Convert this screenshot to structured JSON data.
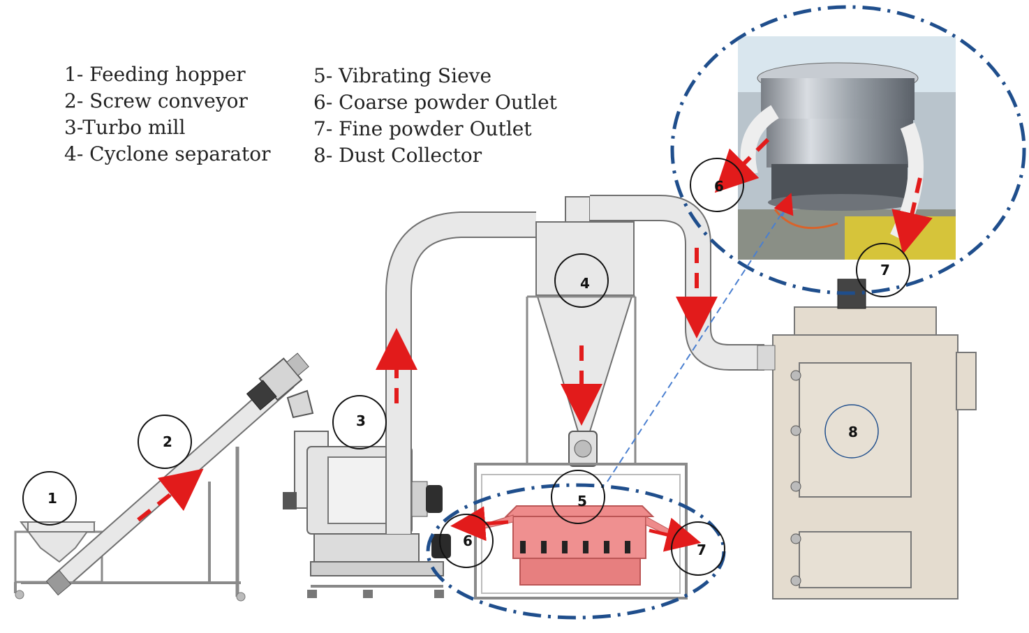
{
  "legend": {
    "left": [
      "1- Feeding hopper",
      "2- Screw conveyor",
      "3-Turbo mill",
      "4- Cyclone separator"
    ],
    "right": [
      "5- Vibrating Sieve",
      "6- Coarse powder Outlet",
      "7- Fine powder Outlet",
      "8- Dust Collector"
    ]
  },
  "markers": {
    "hopper": "1",
    "screw": "2",
    "mill": "3",
    "cyclone": "4",
    "sieve": "5",
    "coarse_lower": "6",
    "fine_lower": "7",
    "collector": "8",
    "coarse_inset": "6",
    "fine_inset": "7"
  },
  "colors": {
    "flow_arrow": "#e21b1b",
    "detail_circle": "#1f4e8c",
    "equipment_gray": "#e8e8e8",
    "equipment_stroke": "#6f6f6f",
    "sieve_pink": "#ee8b8b",
    "collector_beige": "#e4dccf"
  }
}
